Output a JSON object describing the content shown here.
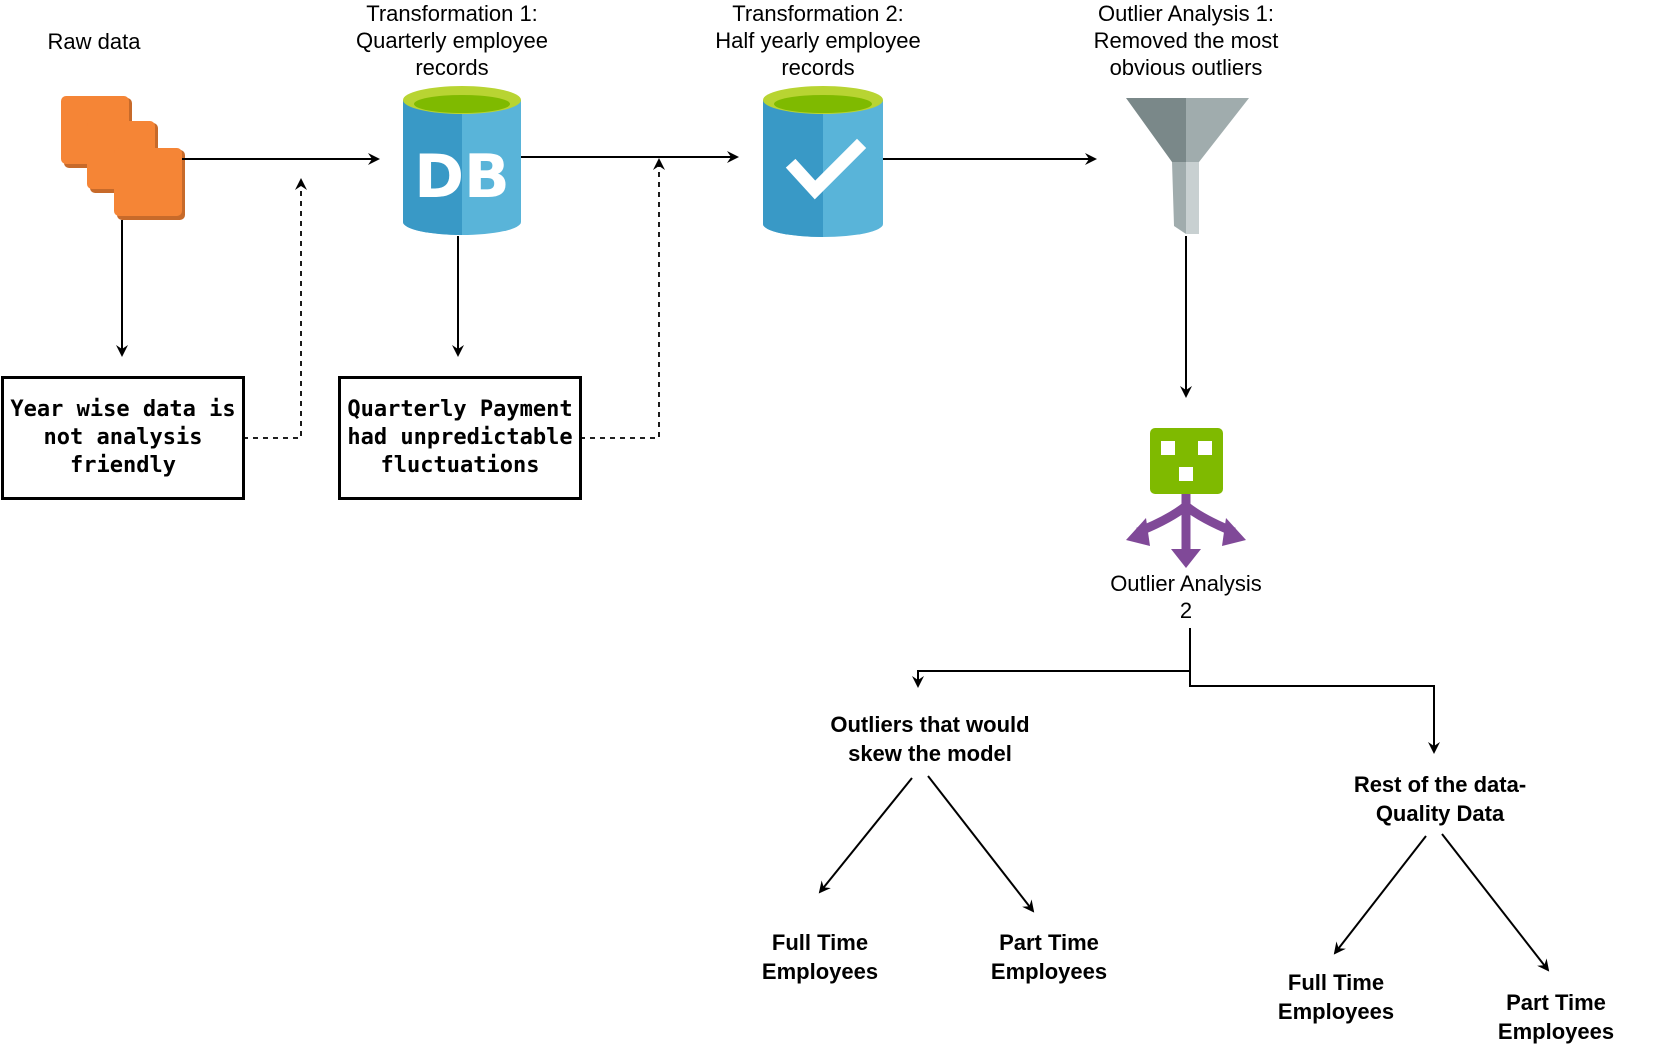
{
  "diagram": {
    "stages": {
      "raw": {
        "label": [
          "Raw data"
        ]
      },
      "transform1": {
        "label": [
          "Transformation 1:",
          "Quarterly employee",
          "records"
        ],
        "icon_text": "DB"
      },
      "transform2": {
        "label": [
          "Transformation 2:",
          "Half yearly employee",
          "records"
        ]
      },
      "outlier1": {
        "label": [
          "Outlier Analysis 1:",
          "Removed the most",
          "obvious outliers"
        ]
      },
      "outlier2": {
        "label": [
          "Outlier Analysis",
          "2"
        ]
      }
    },
    "notes": {
      "year_wise": [
        "Year wise data is",
        "not analysis",
        "friendly"
      ],
      "quarterly": [
        "Quarterly Payment",
        "had unpredictable",
        "fluctuations"
      ]
    },
    "branches": {
      "skew": {
        "label": [
          "Outliers that would",
          "skew the model"
        ],
        "full_time": [
          "Full Time",
          "Employees"
        ],
        "part_time": [
          "Part Time",
          "Employees"
        ]
      },
      "quality": {
        "label": [
          "Rest of the data-",
          "Quality Data"
        ],
        "full_time": [
          "Full Time",
          "Employees"
        ],
        "part_time": [
          "Part Time",
          "Employees"
        ]
      }
    },
    "colors": {
      "orange": "#f58536",
      "orange_dark": "#c76a2a",
      "db_blue": "#59b4d9",
      "db_blue_dark": "#3999c6",
      "db_green": "#b8d432",
      "db_green_dark": "#7fba00",
      "funnel_dark": "#7a8889",
      "funnel_light": "#a0acad",
      "apps_green": "#7fba00",
      "apps_purple": "#804998"
    },
    "icons": [
      "files-icon",
      "database-icon",
      "database-check-icon",
      "funnel-icon",
      "analysis-icon"
    ]
  }
}
